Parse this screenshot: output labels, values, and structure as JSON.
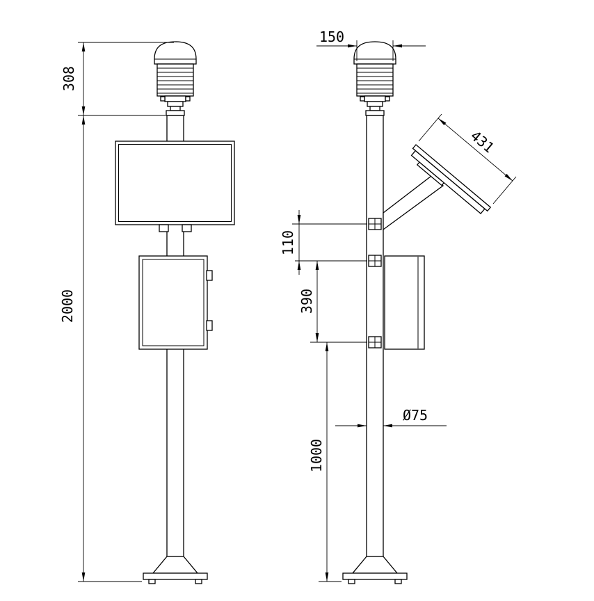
{
  "drawing": {
    "type": "technical-dimension-drawing",
    "subject": "pole-mounted weather / environmental monitoring station, front and side views",
    "background_color": "#ffffff",
    "line_color": "#000000",
    "dimensions": {
      "sensor_height": "308",
      "total_height": "2000",
      "sensor_width": "150",
      "panel_length": "431",
      "arm_to_box": "110",
      "box_height": "390",
      "box_to_ground": "1000",
      "pole_diameter": "Ø75"
    }
  }
}
